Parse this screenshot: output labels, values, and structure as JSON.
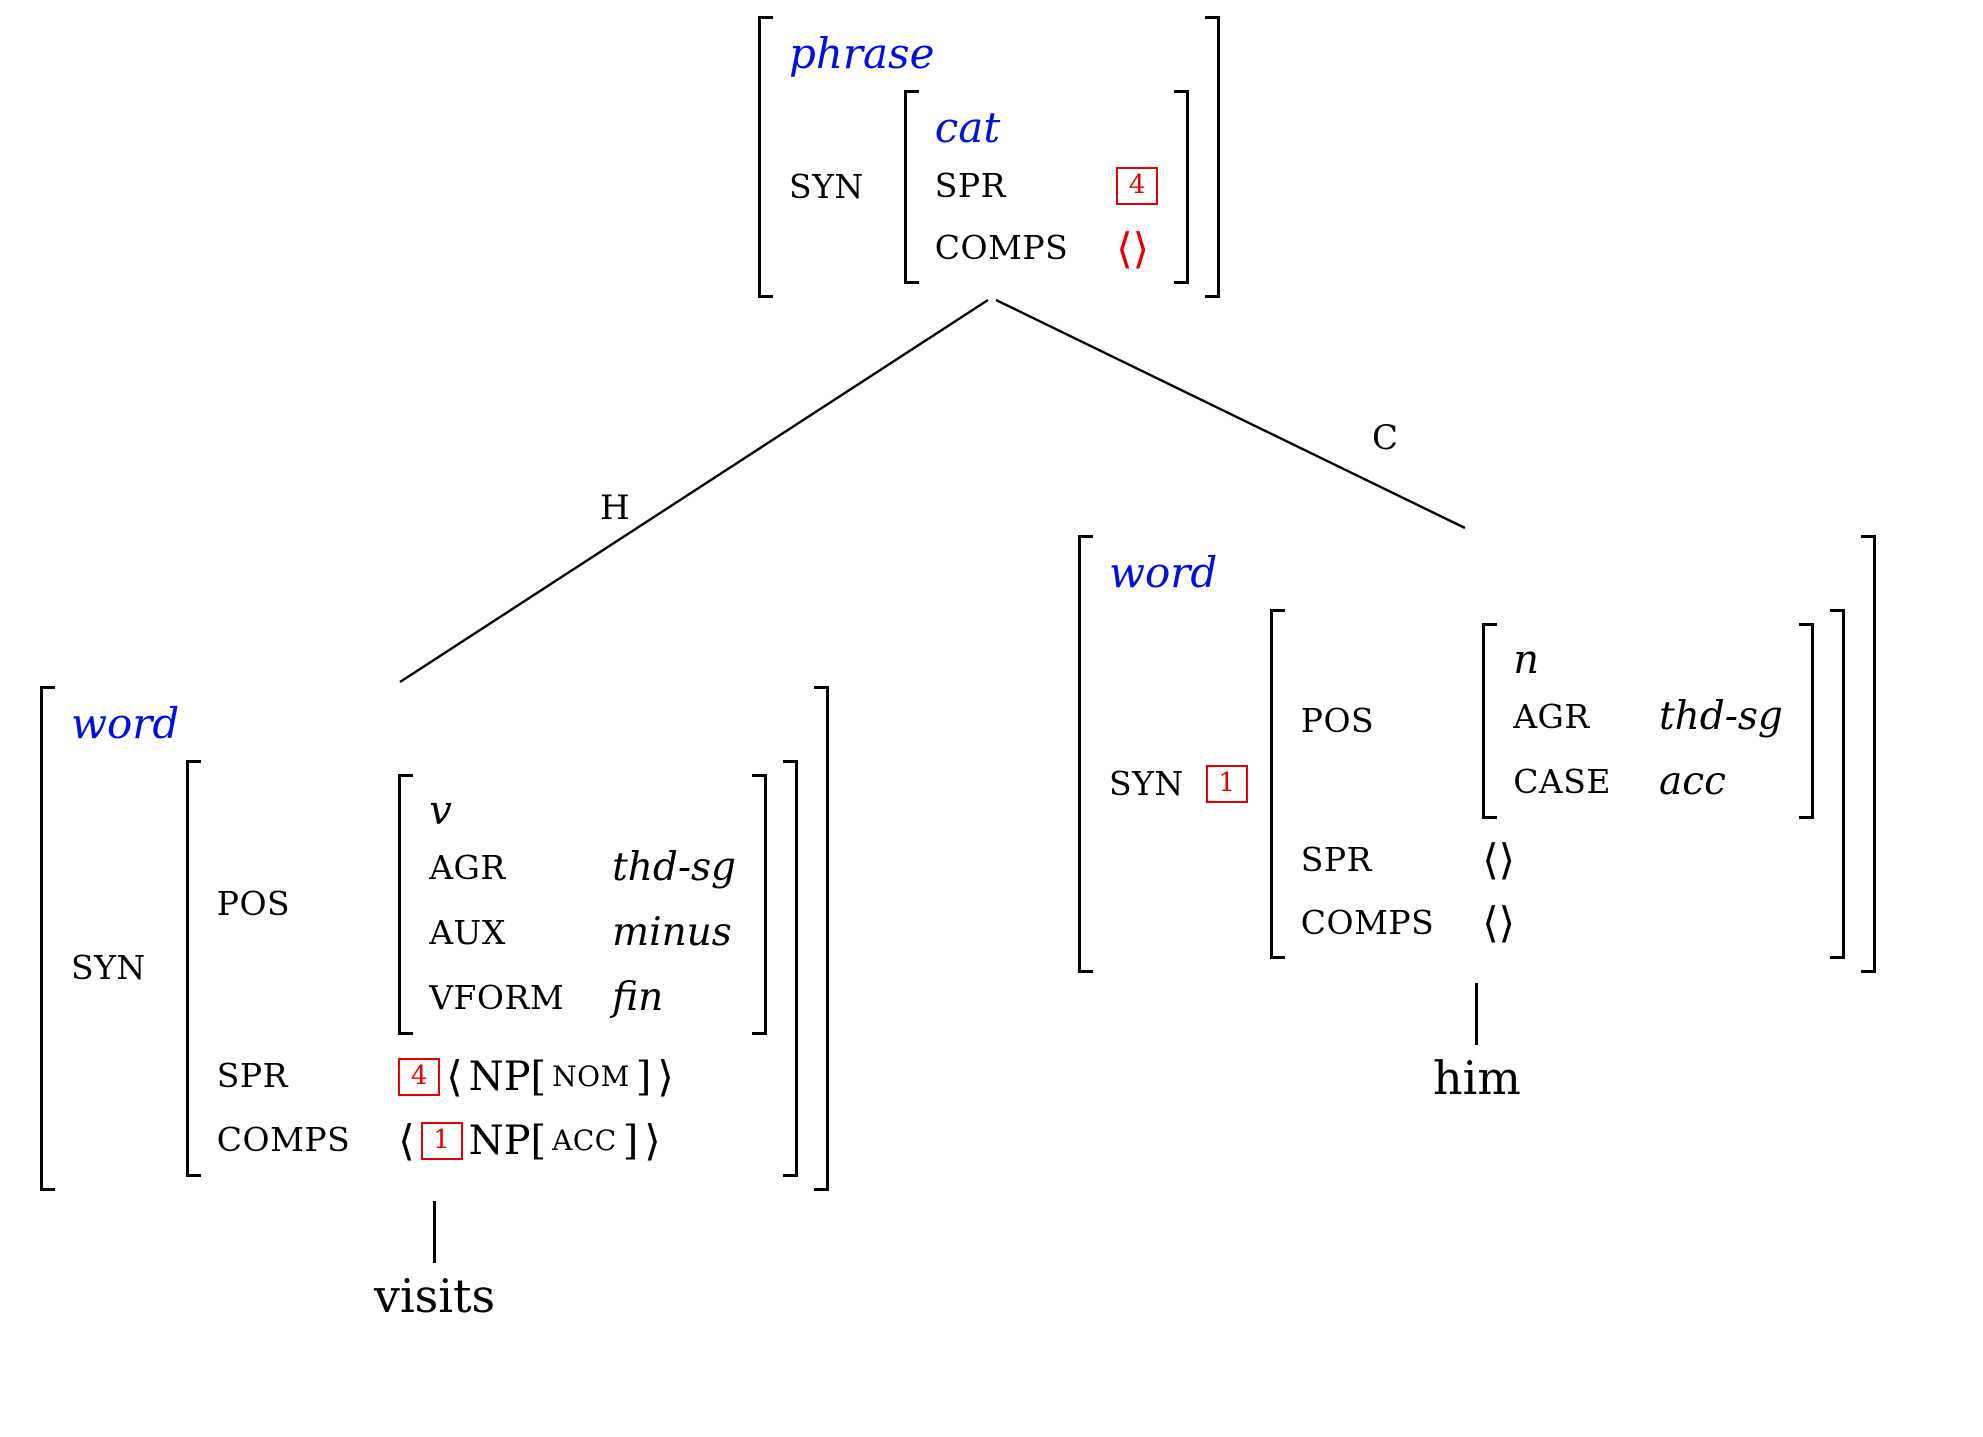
{
  "colors": {
    "type_color": "#0010e0",
    "tag_color": "#e60000"
  },
  "edges": {
    "head_label": "H",
    "comp_label": "C"
  },
  "root": {
    "type": "phrase",
    "syn_label": "SYN",
    "cat": {
      "type": "cat",
      "spr_label": "SPR",
      "spr_tag": "4",
      "comps_label": "COMPS",
      "comps_empty": "⟨⟩"
    }
  },
  "head": {
    "type": "word",
    "syn_label": "SYN",
    "pos_label": "POS",
    "pos": {
      "type": "v",
      "agr_label": "AGR",
      "agr_value": "thd-sg",
      "aux_label": "AUX",
      "aux_value": "minus",
      "vform_label": "VFORM",
      "vform_value": "fin"
    },
    "spr_label": "SPR",
    "spr_value": {
      "tag": "4",
      "langle": "⟨",
      "np": "NP[",
      "case": "NOM",
      "rbracket": "]",
      "rangle": "⟩"
    },
    "comps_label": "COMPS",
    "comps_value": {
      "langle": "⟨",
      "tag": "1",
      "np": "NP[",
      "case": "ACC",
      "rbracket": "]",
      "rangle": "⟩"
    },
    "terminal": "visits"
  },
  "comp": {
    "type": "word",
    "syn_label": "SYN",
    "syn_tag": "1",
    "pos_label": "POS",
    "pos": {
      "type": "n",
      "agr_label": "AGR",
      "agr_value": "thd-sg",
      "case_label": "CASE",
      "case_value": "acc"
    },
    "spr_label": "SPR",
    "spr_empty": "⟨⟩",
    "comps_label": "COMPS",
    "comps_empty": "⟨⟩",
    "terminal": "him"
  }
}
